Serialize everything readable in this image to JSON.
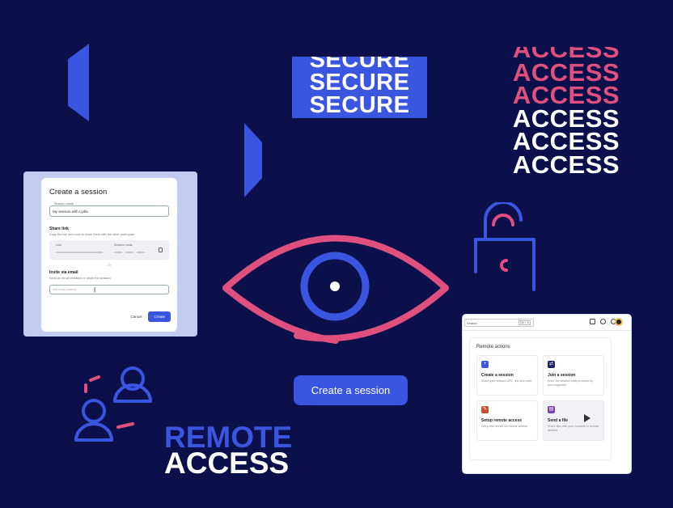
{
  "colors": {
    "background": "#0b0f4a",
    "accent_blue": "#3a55e0",
    "accent_pink": "#e0507e",
    "white": "#ffffff"
  },
  "secure_block": {
    "lines": [
      "SECURE",
      "SECURE",
      "SECURE"
    ]
  },
  "access_stack": {
    "lines": [
      "ACCESS",
      "ACCESS",
      "ACCESS",
      "ACCESS",
      "ACCESS",
      "ACCESS"
    ]
  },
  "session_card": {
    "title": "Create a session",
    "session_name_label": "Session name",
    "session_name_value": "My session with Lydia",
    "share_link_title": "Share link",
    "share_link_desc": "Copy the link and code to share them with the other participant.",
    "link_label": "Link",
    "session_code_label": "Session code",
    "or_text": "Or",
    "invite_title": "Invite via email",
    "invite_desc": "Send an email invitation or share the session.",
    "email_placeholder": "Add email address",
    "cancel_label": "Cancel",
    "create_label": "Create"
  },
  "cta": {
    "label": "Create a session"
  },
  "remote_access": {
    "line1": "REMOTE",
    "line2": "ACCESS"
  },
  "remote_panel": {
    "search_placeholder": "Search",
    "search_shortcut": "Ctrl + K",
    "title": "Remote actions",
    "tiles": [
      {
        "name": "Create a session",
        "desc": "Share your session URL, link and code",
        "icon": "plus-icon",
        "icon_color": "#3a55e0",
        "glyph": "+"
      },
      {
        "name": "Join a session",
        "desc": "Enter the session code provided by your supporter",
        "icon": "join-icon",
        "icon_color": "#1e2466",
        "glyph": "⇄"
      },
      {
        "name": "Setup remote access",
        "desc": "Setup this device for remote access",
        "icon": "setup-icon",
        "icon_color": "#c8502a",
        "glyph": "✎"
      },
      {
        "name": "Send a file",
        "desc": "Share files with your contacts or remote devices",
        "icon": "file-icon",
        "icon_color": "#7a3fb0",
        "glyph": "▤"
      }
    ]
  }
}
